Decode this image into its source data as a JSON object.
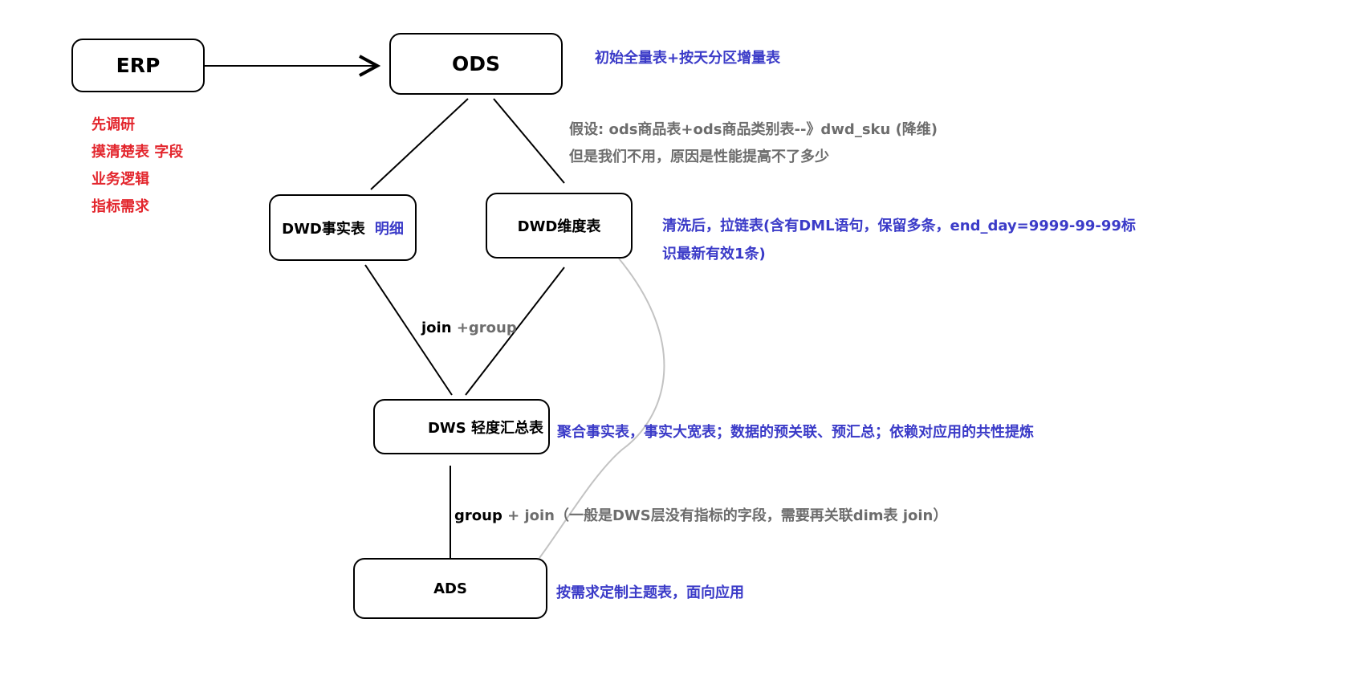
{
  "nodes": {
    "erp": "ERP",
    "ods": "ODS",
    "dwd_fact": "DWD事实表",
    "dwd_fact_tag": "明细",
    "dwd_dim": "DWD维度表",
    "dws": "DWS 轻度汇总表",
    "ads": "ADS"
  },
  "notes": {
    "erp_steps": [
      "先调研",
      "摸清楚表 字段",
      "业务逻辑",
      "指标需求"
    ],
    "ods_note": "初始全量表+按天分区增量表",
    "ods_assumption_1": "假设: ods商品表+ods商品类别表--》dwd_sku (降维)",
    "ods_assumption_2": "但是我们不用，原因是性能提高不了多少",
    "dim_note_1": "清洗后，拉链表(含有DML语句，保留多条，end_day=9999-99-99标",
    "dim_note_2": "识最新有效1条)",
    "dws_note": "聚合事实表，事实大宽表；数据的预关联、预汇总；依赖对应用的共性提炼",
    "ads_note": "按需求定制主题表，面向应用"
  },
  "edges": {
    "join_label": "join",
    "group_label": "+group",
    "group2_label": "group",
    "join2_label": "+ join（一般是DWS层没有指标的字段，需要再关联dim表 join）"
  },
  "colors": {
    "blue": "#3b3bc8",
    "red": "#e3262d",
    "gray": "#6d6d6d",
    "light_gray_curve": "#c3c3c3"
  }
}
